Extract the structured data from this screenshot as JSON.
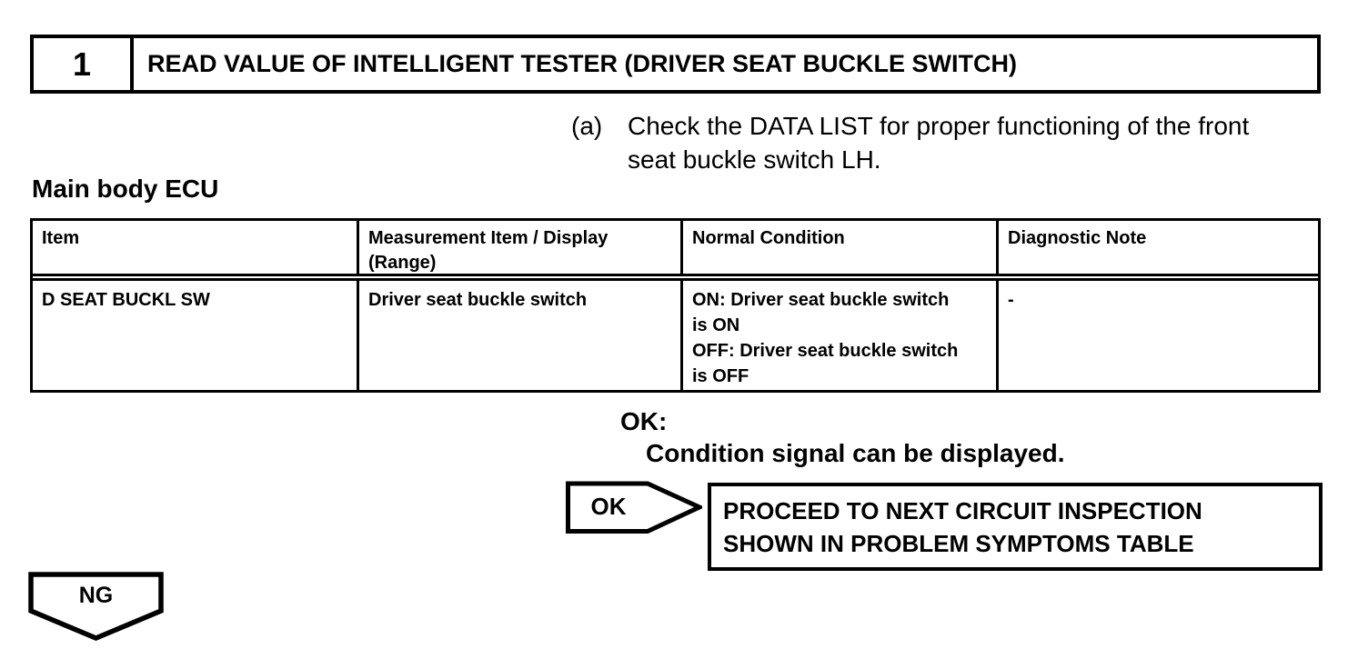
{
  "step": {
    "number": "1",
    "title": "READ VALUE OF INTELLIGENT TESTER (DRIVER SEAT BUCKLE SWITCH)"
  },
  "instruction": {
    "label": "(a)",
    "text": "Check the DATA LIST for proper functioning of the front\nseat buckle switch LH."
  },
  "section_heading": "Main body ECU",
  "table": {
    "headers": [
      "Item",
      "Measurement Item / Display\n(Range)",
      "Normal Condition",
      "Diagnostic Note"
    ],
    "rows": [
      [
        "D SEAT BUCKL SW",
        "Driver seat buckle switch",
        "ON: Driver seat buckle switch is ON\nOFF: Driver seat buckle switch is OFF",
        "-"
      ]
    ]
  },
  "result": {
    "label": "OK:",
    "description": "Condition signal can be displayed."
  },
  "ok_branch": {
    "connector_label": "OK",
    "action": "PROCEED TO NEXT CIRCUIT INSPECTION\nSHOWN IN PROBLEM SYMPTOMS TABLE"
  },
  "ng_branch": {
    "connector_label": "NG"
  },
  "colors": {
    "ink": "#000000",
    "paper": "#ffffff"
  }
}
